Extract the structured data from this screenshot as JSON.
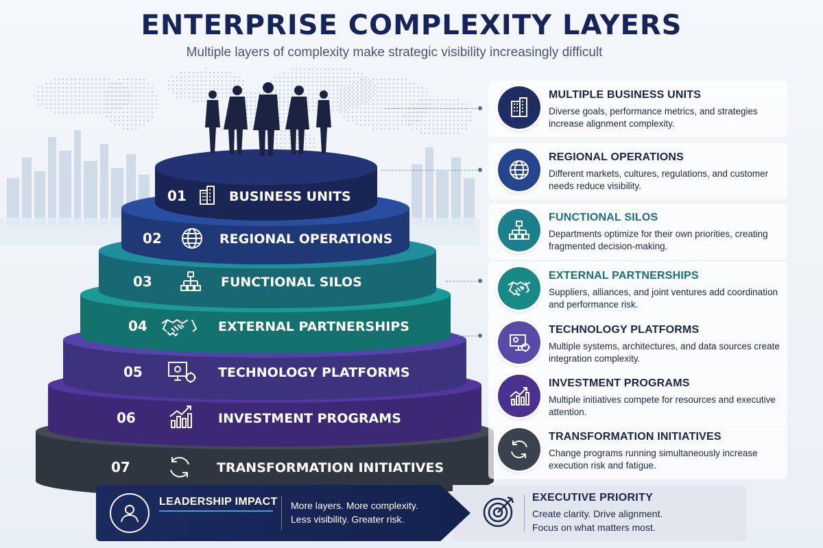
{
  "header": {
    "title": "ENTERPRISE COMPLEXITY LAYERS",
    "subtitle": "Multiple layers of complexity make strategic visibility increasingly difficult"
  },
  "colors": {
    "navy": "#1d2b63",
    "blue": "#2a4f98",
    "teal_light": "#1f8a91",
    "teal": "#1a8a87",
    "violet": "#4b3e9b",
    "purple": "#4a3190",
    "slate": "#3b4450"
  },
  "layers": [
    {
      "number": "01",
      "label": "BUSINESS UNITS",
      "icon": "building-icon",
      "color": "#1f2d66"
    },
    {
      "number": "02",
      "label": "REGIONAL OPERATIONS",
      "icon": "globe-icon",
      "color": "#25468f"
    },
    {
      "number": "03",
      "label": "FUNCTIONAL SILOS",
      "icon": "org-chart-icon",
      "color": "#1c7f8c"
    },
    {
      "number": "04",
      "label": "EXTERNAL PARTNERSHIPS",
      "icon": "handshake-icon",
      "color": "#178a86"
    },
    {
      "number": "05",
      "label": "TECHNOLOGY PLATFORMS",
      "icon": "monitor-gear-icon",
      "color": "#4a3d9a"
    },
    {
      "number": "06",
      "label": "INVESTMENT PROGRAMS",
      "icon": "growth-chart-icon",
      "color": "#4a3190"
    },
    {
      "number": "07",
      "label": "TRANSFORMATION INITIATIVES",
      "icon": "cycle-arrows-icon",
      "color": "#3a424d"
    }
  ],
  "cards": [
    {
      "title": "MULTIPLE BUSINESS UNITS",
      "desc": "Diverse goals, performance metrics, and strategies increase alignment complexity.",
      "icon": "building-icon",
      "color": "#1f2d66"
    },
    {
      "title": "REGIONAL OPERATIONS",
      "desc": "Different markets, cultures, regulations, and customer needs reduce visibility.",
      "icon": "globe-icon",
      "color": "#25468f"
    },
    {
      "title": "FUNCTIONAL SILOS",
      "desc": "Departments optimize for their own priorities, creating fragmented decision-making.",
      "icon": "org-chart-icon",
      "color": "#1c7f8c"
    },
    {
      "title": "EXTERNAL PARTNERSHIPS",
      "desc": "Suppliers, alliances, and joint ventures add coordination and performance risk.",
      "icon": "handshake-icon",
      "color": "#178a86"
    },
    {
      "title": "TECHNOLOGY PLATFORMS",
      "desc": "Multiple systems, architectures, and data sources create integration complexity.",
      "icon": "monitor-gear-icon",
      "color": "#5a4aa8"
    },
    {
      "title": "INVESTMENT PROGRAMS",
      "desc": "Multiple initiatives compete for resources and executive attention.",
      "icon": "growth-chart-icon",
      "color": "#4a3190"
    },
    {
      "title": "TRANSFORMATION INITIATIVES",
      "desc": "Change programs running simultaneously increase execution risk and fatigue.",
      "icon": "cycle-arrows-icon",
      "color": "#3a424d"
    }
  ],
  "footer": {
    "leadership_title": "LEADERSHIP IMPACT",
    "leadership_line1": "More layers. More complexity.",
    "leadership_line2": "Less visibility. Greater risk.",
    "executive_title": "EXECUTIVE PRIORITY",
    "executive_line1": "Create clarity. Drive alignment.",
    "executive_line2": "Focus on what matters most."
  }
}
